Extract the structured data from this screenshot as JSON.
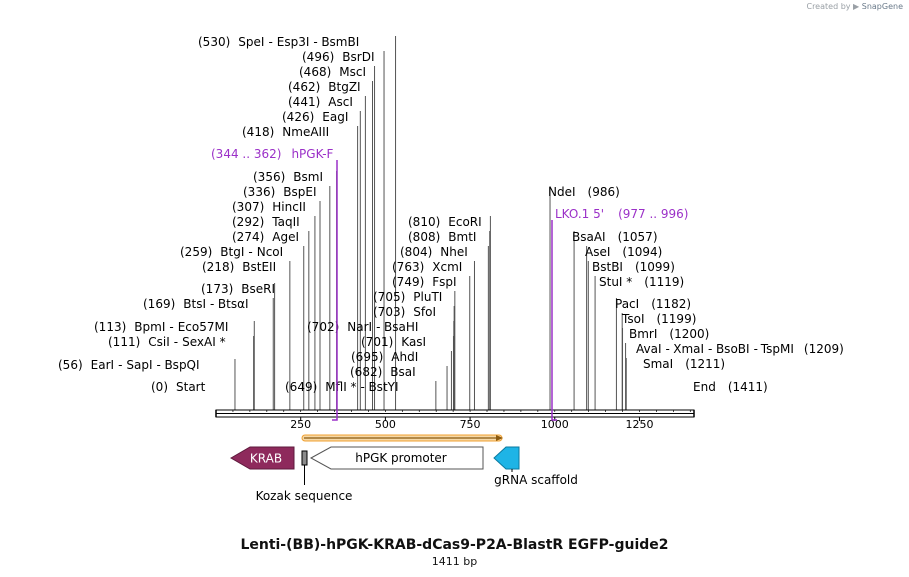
{
  "credit": {
    "prefix": "Created by",
    "brand": "SnapGene"
  },
  "title": "Lenti-(BB)-hPGK-KRAB-dCas9-P2A-BlastR EGFP-guide2",
  "subtitle": "1411 bp",
  "sequence": {
    "start_label": "Start",
    "start_pos": "(0)",
    "end_label": "End",
    "end_pos": "(1411)",
    "length": 1411,
    "ruler_ticks": [
      "250",
      "500",
      "750",
      "1000",
      "1250"
    ]
  },
  "sites": [
    {
      "pos": "(530)",
      "names": [
        "SpeI",
        "Esp3I",
        "BsmBI"
      ],
      "site": 530
    },
    {
      "pos": "(496)",
      "names": [
        "BsrDI"
      ],
      "site": 496
    },
    {
      "pos": "(468)",
      "names": [
        "MscI"
      ],
      "site": 468
    },
    {
      "pos": "(462)",
      "names": [
        "BtgZI"
      ],
      "site": 462
    },
    {
      "pos": "(441)",
      "names": [
        "AscI"
      ],
      "site": 441
    },
    {
      "pos": "(426)",
      "names": [
        "EagI"
      ],
      "site": 426
    },
    {
      "pos": "(418)",
      "names": [
        "NmeAIII"
      ],
      "site": 418
    },
    {
      "pos": "(356)",
      "names": [
        "BsmI"
      ],
      "site": 356
    },
    {
      "pos": "(336)",
      "names": [
        "BspEI"
      ],
      "site": 336
    },
    {
      "pos": "(307)",
      "names": [
        "HincII"
      ],
      "site": 307
    },
    {
      "pos": "(292)",
      "names": [
        "TaqII"
      ],
      "site": 292
    },
    {
      "pos": "(274)",
      "names": [
        "AgeI"
      ],
      "site": 274
    },
    {
      "pos": "(259)",
      "names": [
        "BtgI",
        "NcoI"
      ],
      "site": 259
    },
    {
      "pos": "(218)",
      "names": [
        "BstEII"
      ],
      "site": 218
    },
    {
      "pos": "(173)",
      "names": [
        "BseRI"
      ],
      "site": 173
    },
    {
      "pos": "(169)",
      "names": [
        "BtsI",
        "BtsαI"
      ],
      "site": 169
    },
    {
      "pos": "(113)",
      "names": [
        "BpmI",
        "Eco57MI"
      ],
      "site": 113
    },
    {
      "pos": "(111)",
      "names": [
        "CsiI",
        "SexAI *"
      ],
      "site": 111
    },
    {
      "pos": "(56)",
      "names": [
        "EarI",
        "SapI",
        "BspQI"
      ],
      "site": 56
    },
    {
      "pos": "(810)",
      "names": [
        "EcoRI"
      ],
      "site": 810
    },
    {
      "pos": "(808)",
      "names": [
        "BmtI"
      ],
      "site": 808
    },
    {
      "pos": "(804)",
      "names": [
        "NheI"
      ],
      "site": 804
    },
    {
      "pos": "(763)",
      "names": [
        "XcmI"
      ],
      "site": 763
    },
    {
      "pos": "(749)",
      "names": [
        "FspI"
      ],
      "site": 749
    },
    {
      "pos": "(705)",
      "names": [
        "PluTI"
      ],
      "site": 705
    },
    {
      "pos": "(703)",
      "names": [
        "SfoI"
      ],
      "site": 703
    },
    {
      "pos": "(702)",
      "names": [
        "NarI",
        "BsaHI"
      ],
      "site": 702
    },
    {
      "pos": "(701)",
      "names": [
        "KasI"
      ],
      "site": 701
    },
    {
      "pos": "(695)",
      "names": [
        "AhdI"
      ],
      "site": 695
    },
    {
      "pos": "(682)",
      "names": [
        "BsaI"
      ],
      "site": 682
    },
    {
      "pos": "(649)",
      "names": [
        "MflI *",
        "BstYI"
      ],
      "site": 649
    },
    {
      "pos": "(986)",
      "names": [
        "NdeI"
      ],
      "site": 986
    },
    {
      "pos": "(1057)",
      "names": [
        "BsaAI"
      ],
      "site": 1057
    },
    {
      "pos": "(1094)",
      "names": [
        "AseI"
      ],
      "site": 1094
    },
    {
      "pos": "(1099)",
      "names": [
        "BstBI"
      ],
      "site": 1099
    },
    {
      "pos": "(1119)",
      "names": [
        "StuI *"
      ],
      "site": 1119
    },
    {
      "pos": "(1182)",
      "names": [
        "PacI"
      ],
      "site": 1182
    },
    {
      "pos": "(1199)",
      "names": [
        "TsoI"
      ],
      "site": 1199
    },
    {
      "pos": "(1200)",
      "names": [
        "BmrI"
      ],
      "site": 1200
    },
    {
      "pos": "(1209)",
      "names": [
        "AvaI",
        "XmaI",
        "BsoBI",
        "TspMI"
      ],
      "site": 1209
    },
    {
      "pos": "(1211)",
      "names": [
        "SmaI"
      ],
      "site": 1211
    }
  ],
  "primers": [
    {
      "name": "hPGK-F",
      "range": "(344 .. 362)",
      "site": 362
    },
    {
      "name": "LKO.1 5'",
      "range": "(977 .. 996)",
      "site": 996
    }
  ],
  "features": {
    "krab": "KRAB",
    "promoter": "hPGK promoter",
    "kozak": "Kozak sequence",
    "grna": "gRNA scaffold"
  },
  "colors": {
    "primer": "#9b30c8",
    "krab": "#8e2a5c",
    "grna": "#1eb4e6",
    "orf": "#f0a030"
  }
}
